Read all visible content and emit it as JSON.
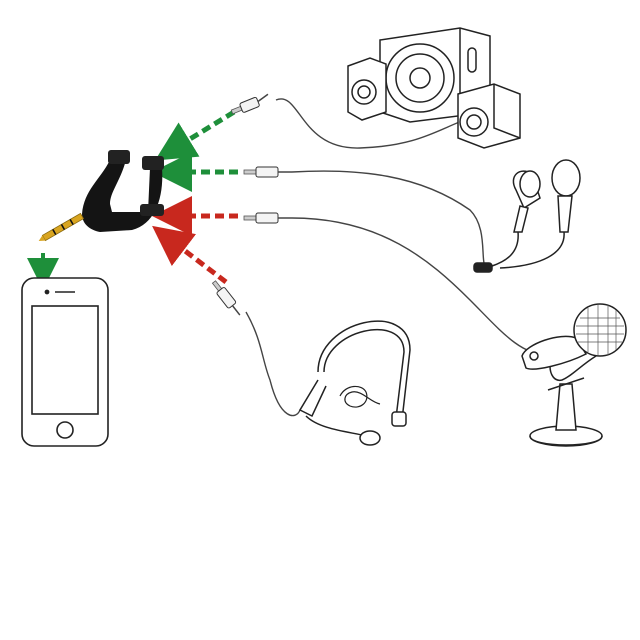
{
  "diagram": {
    "kind": "audio-splitter-connection-illustration",
    "accent_colors": {
      "audio_out_arrow": "#1e8f3a",
      "mic_in_arrow": "#c8281e",
      "adapter": "#141414",
      "line": "#333333"
    },
    "devices": [
      {
        "name": "phone",
        "icon": "smartphone-icon"
      },
      {
        "name": "adapter",
        "icon": "y-splitter-icon"
      },
      {
        "name": "speakers",
        "icon": "speaker-set-icon"
      },
      {
        "name": "earphones",
        "icon": "earphones-icon"
      },
      {
        "name": "headset",
        "icon": "headset-microphone-icon"
      },
      {
        "name": "microphone",
        "icon": "desk-microphone-icon"
      }
    ],
    "arrows": [
      {
        "from": "speakers",
        "to": "adapter",
        "color": "green"
      },
      {
        "from": "earphones",
        "to": "adapter",
        "color": "green"
      },
      {
        "from": "microphone",
        "to": "adapter",
        "color": "red"
      },
      {
        "from": "headset",
        "to": "adapter",
        "color": "red"
      },
      {
        "from": "adapter",
        "to": "phone",
        "color": "green"
      }
    ]
  }
}
